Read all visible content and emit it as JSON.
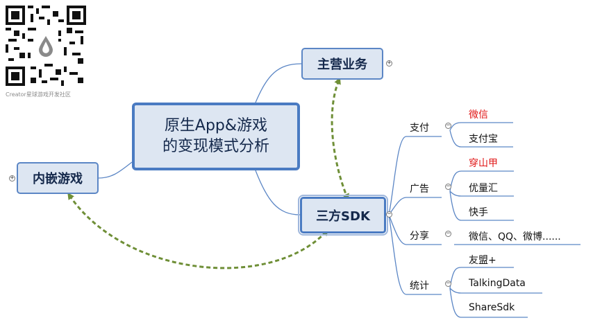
{
  "watermark": {
    "caption": "Creator星球游戏开发社区"
  },
  "center": {
    "line1": "原生App&游戏",
    "line2": "的变现模式分析"
  },
  "nodes": {
    "main_business": "主营业务",
    "third_party_sdk": "三方SDK",
    "embedded_games": "内嵌游戏"
  },
  "branches": {
    "payment": {
      "label": "支付",
      "items": [
        "微信",
        "支付宝"
      ]
    },
    "ads": {
      "label": "广告",
      "items": [
        "穿山甲",
        "优量汇",
        "快手"
      ]
    },
    "share": {
      "label": "分享",
      "items": [
        "微信、QQ、微博......"
      ]
    },
    "stats": {
      "label": "统计",
      "items": [
        "友盟+",
        "TalkingData",
        "ShareSdk"
      ]
    }
  },
  "colors": {
    "box_fill": "#dde6f2",
    "box_border": "#5b86c5",
    "connector": "#5b86c5",
    "dashed_arrow": "#6f8f37",
    "highlight_text": "#e01515"
  },
  "icons": [
    "qr-code-icon",
    "expand-toggle-icon",
    "collapse-toggle-icon"
  ]
}
